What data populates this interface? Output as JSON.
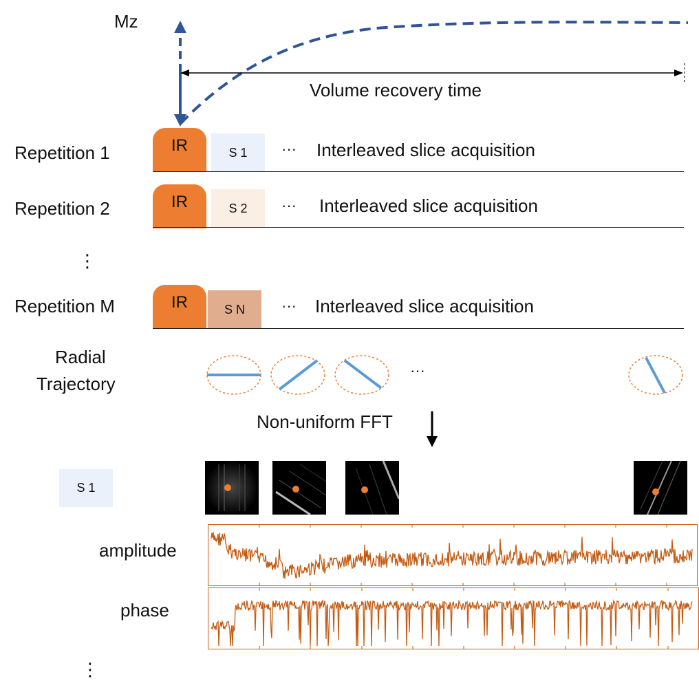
{
  "top": {
    "mz_label": "Mz",
    "recovery_label": "Volume recovery time"
  },
  "repetitions": [
    {
      "label": "Repetition 1",
      "pulse": "IR",
      "slice": "S 1",
      "ellipsis": "···",
      "text": "Interleaved slice acquisition",
      "slice_color": "#EAF1FB"
    },
    {
      "label": "Repetition 2",
      "pulse": "IR",
      "slice": "S 2",
      "ellipsis": "···",
      "text": "Interleaved slice acquisition",
      "slice_color": "#FBEEE3"
    },
    {
      "label": "Repetition M",
      "pulse": "IR",
      "slice": "S N",
      "ellipsis": "···",
      "text": "Interleaved slice acquisition",
      "slice_color": "#E0AE8E"
    }
  ],
  "vertical_ellipsis": "⋮",
  "radial": {
    "label_line1": "Radial",
    "label_line2": "Trajectory",
    "ellipsis": "···"
  },
  "nufft_label": "Non-uniform FFT",
  "s1_box": "S 1",
  "trace_labels": {
    "amplitude": "amplitude",
    "phase": "phase"
  },
  "bottom_ellipsis": "⋮",
  "colors": {
    "curve_blue": "#2F5597",
    "traj_blue": "#5B9BD5",
    "orange": "#ED7D31",
    "trace_orange": "#C55A11"
  }
}
